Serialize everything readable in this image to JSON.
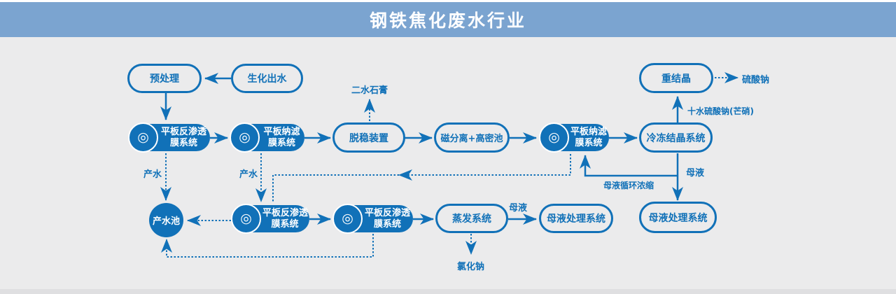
{
  "header": {
    "title": "钢铁焦化废水行业"
  },
  "colors": {
    "accent": "#1171B8",
    "header_bg": "#7BA4D0",
    "page_bg": "#EBEBEC",
    "footer_strip": "#DFDFE1"
  },
  "nodes": {
    "pretreatment": {
      "label": "预处理"
    },
    "bio_effluent": {
      "label": "生化出水"
    },
    "recrystallization": {
      "label": "重结晶"
    },
    "ro_mid": {
      "icon": "◎",
      "lines": [
        "平板反渗透",
        "膜系统"
      ]
    },
    "nf_mid": {
      "icon": "◎",
      "lines": [
        "平板纳滤",
        "膜系统"
      ]
    },
    "destabilization": {
      "label": "脱稳装置"
    },
    "magnetic_separation": {
      "label": "磁分离+高密池"
    },
    "nf_right": {
      "icon": "◎",
      "lines": [
        "平板纳滤",
        "膜系统"
      ]
    },
    "freeze_crystallization": {
      "label": "冷冻结晶系统"
    },
    "product_water_pool": {
      "label": "产水池"
    },
    "ro_bottom_1": {
      "icon": "◎",
      "lines": [
        "平板反渗透",
        "膜系统"
      ]
    },
    "ro_bottom_2": {
      "icon": "◎",
      "lines": [
        "平板反渗透",
        "膜系统"
      ]
    },
    "evaporation": {
      "label": "蒸发系统"
    },
    "ml_treatment_bottom": {
      "label": "母液处理系统"
    },
    "ml_treatment_right": {
      "label": "母液处理系统"
    }
  },
  "labels": {
    "gypsum_dihydrate": "二水石膏",
    "sodium_sulfate": "硫酸钠",
    "sodium_sulfate_decahydrate": "十水硫酸钠(芒硝)",
    "product_water_1": "产水",
    "product_water_2": "产水",
    "mother_liquor_right": "母液",
    "mother_liquor_recycle": "母液循环浓缩",
    "mother_liquor_bottom": "母液",
    "sodium_chloride": "氯化钠"
  }
}
